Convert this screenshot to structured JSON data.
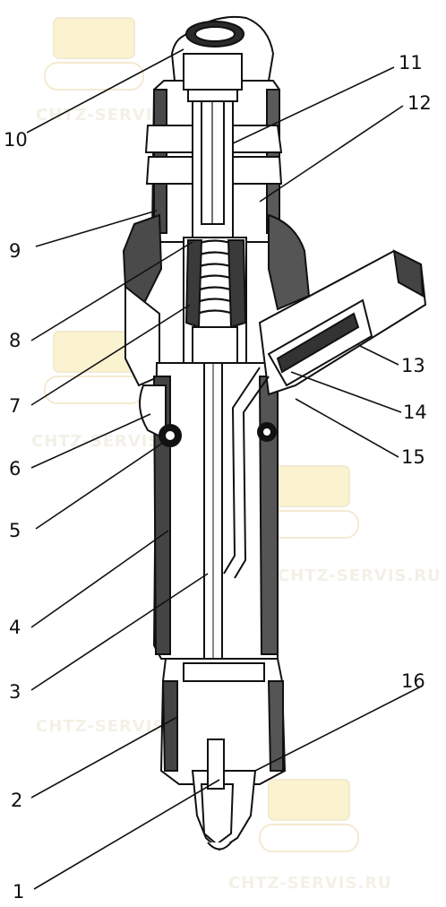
{
  "watermark": "CHTZ-SERVIS.RU",
  "callouts": [
    "10",
    "9",
    "8",
    "7",
    "6",
    "5",
    "4",
    "3",
    "2",
    "1",
    "11",
    "12",
    "13",
    "14",
    "15",
    "16"
  ],
  "colors": {
    "ink": "#111111",
    "body_shade": "#333333",
    "watermark": "#f3f0e6",
    "watermark_mark": "#fbf3d0"
  }
}
